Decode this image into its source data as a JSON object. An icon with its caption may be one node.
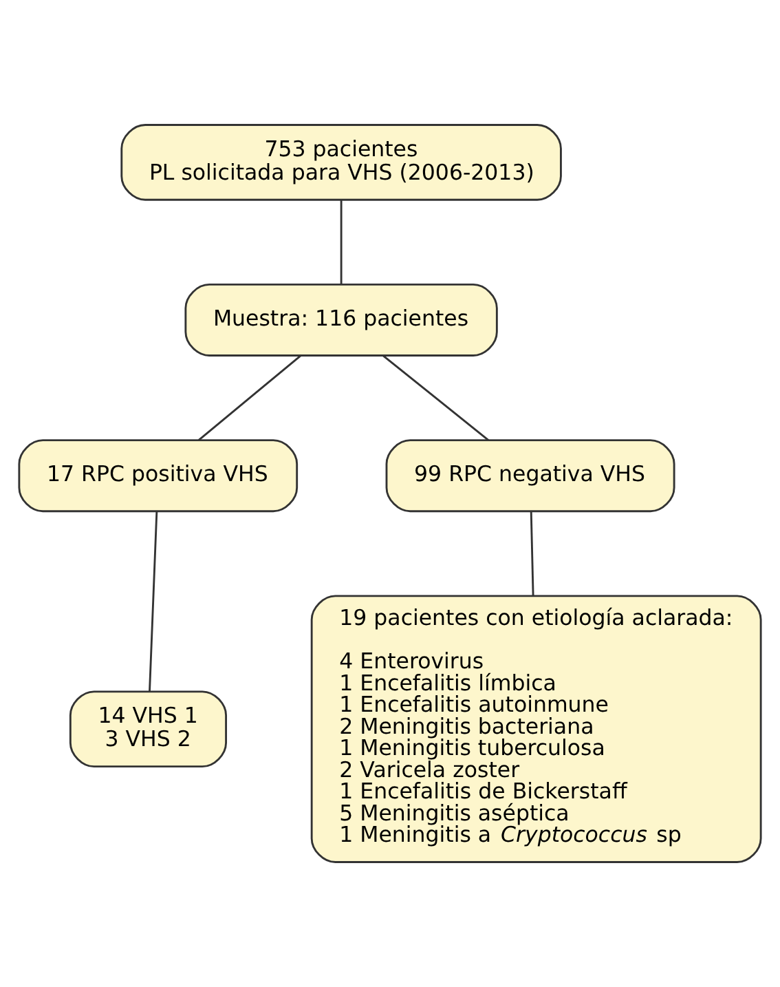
{
  "diagram": {
    "nodes": [
      {
        "text": [
          "753 pacientes",
          "PL solicitada para VHS (2006-2013)"
        ]
      },
      {
        "text": [
          "Muestra: 116 pacientes"
        ]
      },
      {
        "text": [
          "17 RPC positiva VHS"
        ]
      },
      {
        "text": [
          "99 RPC negativa VHS"
        ]
      },
      {
        "text": [
          "14 VHS 1",
          "3 VHS 2"
        ]
      },
      {
        "text": [
          "19 pacientes con etiología aclarada:",
          "4 Enterovirus",
          "1 Encefalitis límbica",
          "1 Encefalitis autoinmune",
          "2 Meningitis bacteriana",
          "1 Meningitis tuberculosa",
          "2 Varicela zoster",
          "1 Encefalitis de Bickerstaff",
          "5 Meningitis aséptica",
          "1 Meningitis a *Cryptococcus* sp"
        ]
      }
    ],
    "edges": [
      {
        "from": 0,
        "to": 1,
        "arrow": "none"
      },
      {
        "from": 1,
        "to": 2,
        "arrow": "none"
      },
      {
        "from": 1,
        "to": 3,
        "arrow": "none"
      },
      {
        "from": 2,
        "to": 4,
        "arrow": "none"
      },
      {
        "from": 3,
        "to": 5,
        "arrow": "none"
      }
    ]
  }
}
